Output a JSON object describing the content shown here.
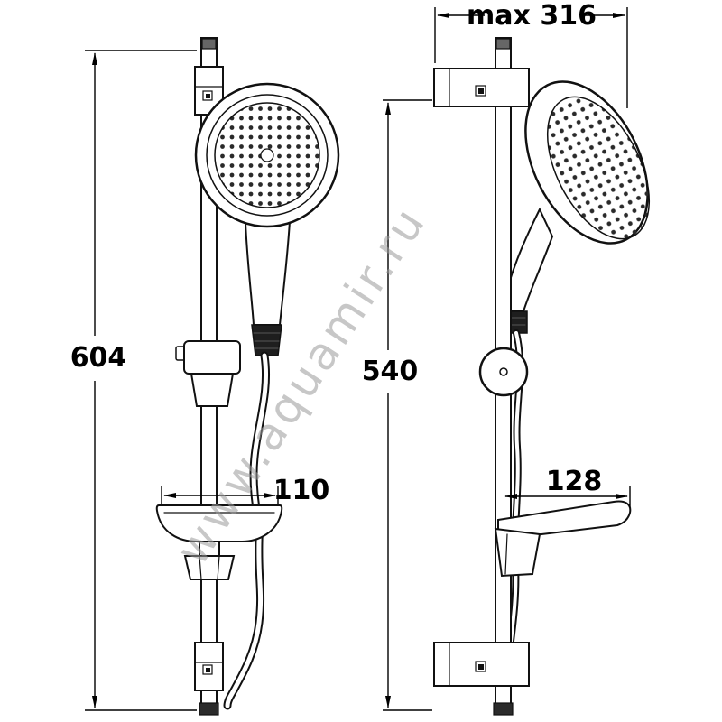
{
  "drawing": {
    "watermark": "www.aquamir.ru",
    "dimensions": {
      "overall_height": "604",
      "rail_pitch_height": "540",
      "max_depth": "max 316",
      "soap_dish_width_front": "110",
      "soap_dish_depth_side": "128"
    },
    "colors": {
      "line": "#111111",
      "background": "#ffffff",
      "watermark": "#9b9b9b"
    }
  }
}
